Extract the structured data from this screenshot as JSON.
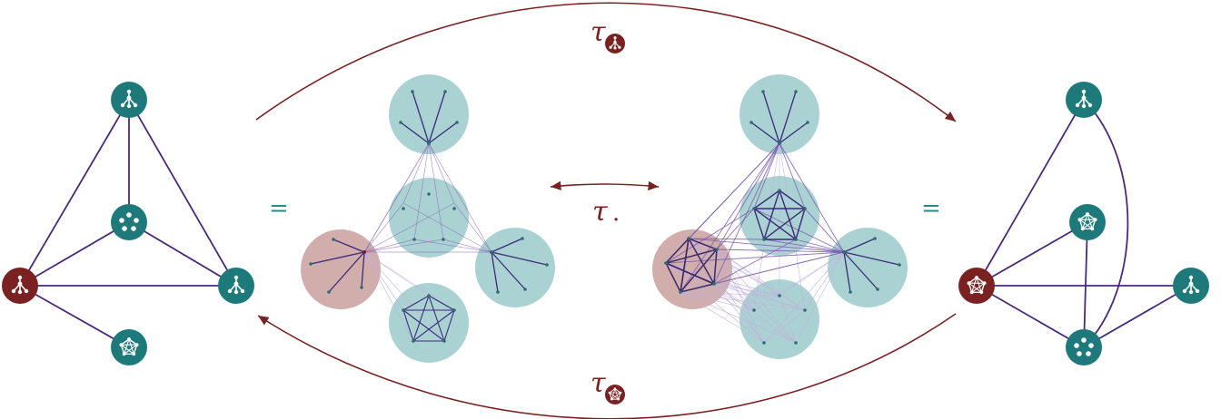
{
  "colors": {
    "teal": "#1e7a7a",
    "maroon": "#7a2222",
    "purple": "#4a2a7a",
    "light_purple": "#9a7fc0",
    "teal_bubble": "#9ccaca",
    "rose_bubble": "#c9a09c",
    "arrow": "#7a2222"
  },
  "labels": {
    "tau_top": "τ",
    "tau_middle": "τ",
    "tau_middle_suffix": ".",
    "tau_bottom": "τ",
    "equals_left": "=",
    "equals_right": "="
  },
  "icons": {
    "top_operator_icon": "star-graph-node-icon",
    "bottom_operator_icon": "pentagram-graph-node-icon"
  }
}
